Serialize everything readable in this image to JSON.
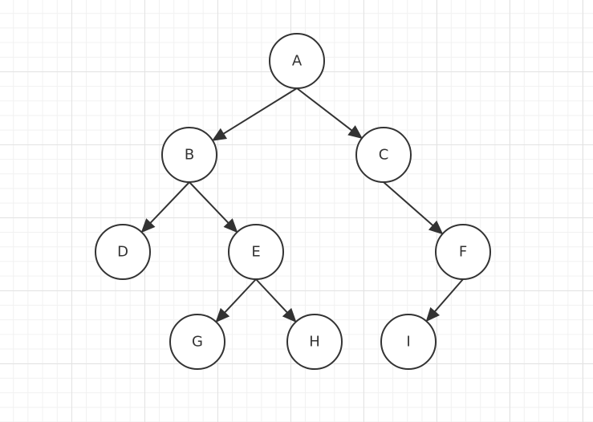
{
  "diagram": {
    "nodes": [
      {
        "id": "A",
        "label": "A"
      },
      {
        "id": "B",
        "label": "B"
      },
      {
        "id": "C",
        "label": "C"
      },
      {
        "id": "D",
        "label": "D"
      },
      {
        "id": "E",
        "label": "E"
      },
      {
        "id": "F",
        "label": "F"
      },
      {
        "id": "G",
        "label": "G"
      },
      {
        "id": "H",
        "label": "H"
      },
      {
        "id": "I",
        "label": "I"
      }
    ],
    "edges": [
      {
        "from": "A",
        "to": "B"
      },
      {
        "from": "A",
        "to": "C"
      },
      {
        "from": "B",
        "to": "D"
      },
      {
        "from": "B",
        "to": "E"
      },
      {
        "from": "C",
        "to": "F"
      },
      {
        "from": "E",
        "to": "G"
      },
      {
        "from": "E",
        "to": "H"
      },
      {
        "from": "F",
        "to": "I"
      }
    ],
    "colors": {
      "stroke": "#333333",
      "node_fill": "#ffffff",
      "grid_major": "#e3e3e3",
      "grid_minor": "#f1f1f1"
    }
  }
}
